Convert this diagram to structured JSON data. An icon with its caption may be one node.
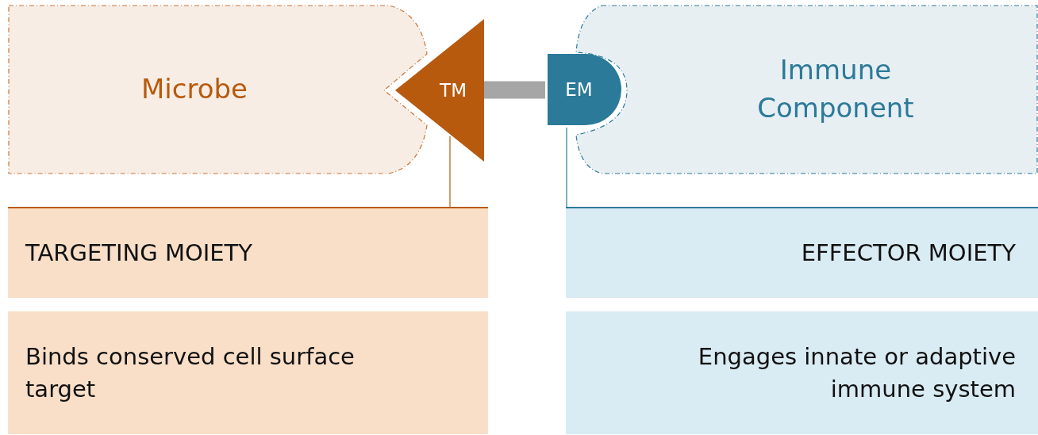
{
  "diagram": {
    "nodes": [
      {
        "text": [
          "Microbe"
        ]
      },
      {
        "text": [
          "TM"
        ]
      },
      {
        "text": [
          "EM"
        ]
      },
      {
        "text": [
          "Immune Component"
        ]
      },
      {
        "text": [
          "TARGETING MOIETY"
        ]
      },
      {
        "text": [
          "Binds conserved cell surface target"
        ]
      },
      {
        "text": [
          "EFFECTOR MOIETY"
        ]
      },
      {
        "text": [
          "Engages innate or adaptive immune system"
        ]
      }
    ],
    "edges": [
      {
        "from": 1,
        "to": 2,
        "arrow": "none",
        "style": "thick",
        "color": "#a6a6a6"
      },
      {
        "from": 1,
        "to": 4,
        "arrow": "none",
        "color": "#b85a0e"
      },
      {
        "from": 2,
        "to": 6,
        "arrow": "none",
        "color": "#2b7a99"
      }
    ]
  }
}
